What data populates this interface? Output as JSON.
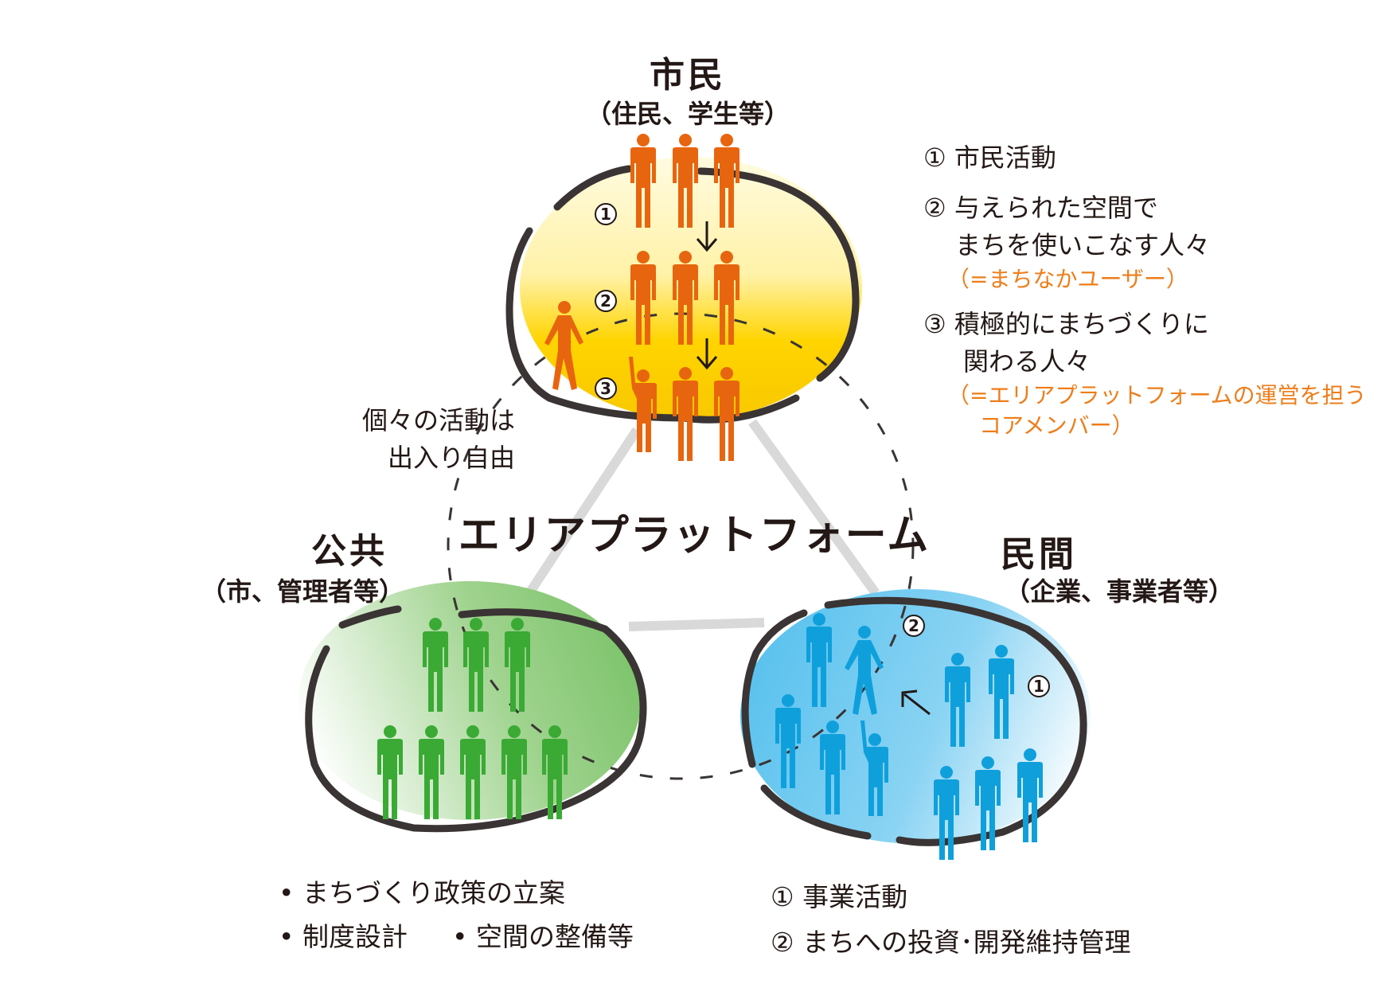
{
  "groups": {
    "citizens": {
      "title": "市民",
      "subtitle": "（住民、学生等）",
      "color": "#e8650f"
    },
    "public": {
      "title": "公共",
      "subtitle": "（市、管理者等）",
      "color": "#3aaa35"
    },
    "private": {
      "title": "民間",
      "subtitle": "（企業、事業者等）",
      "color": "#0fa0dc"
    }
  },
  "center_title": "エリアプラットフォーム",
  "free_note": [
    "個々の活動は",
    "出入り自由"
  ],
  "markers": [
    "1",
    "2",
    "3"
  ],
  "citizen_list": [
    {
      "num": "①",
      "lines": [
        "市民活動"
      ],
      "note": []
    },
    {
      "num": "②",
      "lines": [
        "与えられた空間で",
        "まちを使いこなす人々"
      ],
      "note": [
        "（=まちなかユーザー）"
      ]
    },
    {
      "num": "③",
      "lines": [
        "積極的にまちづくりに",
        "関わる人々"
      ],
      "note": [
        "（=エリアプラットフォームの運営を担う",
        "コアメンバー）"
      ]
    }
  ],
  "public_list": [
    "• まちづくり政策の立案",
    "• 制度設計",
    "• 空間の整備等"
  ],
  "private_list": [
    "① 事業活動",
    "② まちへの投資･開発維持管理"
  ]
}
